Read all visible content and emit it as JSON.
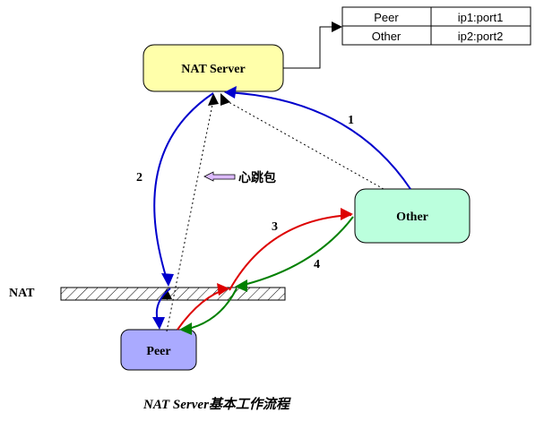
{
  "diagram": {
    "title": "NAT Server基本工作流程",
    "nodes": {
      "server": {
        "label": "NAT Server",
        "fill": "#FFFFAA"
      },
      "other": {
        "label": "Other",
        "fill": "#BBFFDD"
      },
      "peer": {
        "label": "Peer",
        "fill": "#AAAAFF"
      }
    },
    "nat_label": "NAT",
    "heartbeat_label": "心跳包",
    "heartbeat_arrow_color": "#DDBBFF",
    "mapping_table": {
      "rows": [
        {
          "name": "Peer",
          "address": "ip1:port1"
        },
        {
          "name": "Other",
          "address": "ip2:port2"
        }
      ]
    },
    "flows": [
      {
        "step": "1",
        "from": "Other",
        "to": "NAT Server",
        "color": "#0000CC"
      },
      {
        "step": "2",
        "from": "NAT Server",
        "to": "Peer",
        "color": "#0000CC"
      },
      {
        "step": "3",
        "from": "Peer",
        "to": "Other",
        "color": "#DD0000"
      },
      {
        "step": "4",
        "from": "Other",
        "to": "Peer",
        "color": "#008000"
      }
    ]
  }
}
